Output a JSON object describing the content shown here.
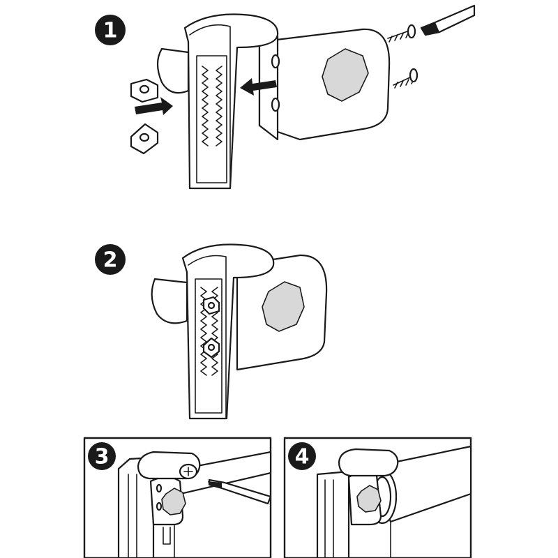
{
  "steps": [
    {
      "number": "1"
    },
    {
      "number": "2"
    },
    {
      "number": "3"
    },
    {
      "number": "4"
    }
  ],
  "colors": {
    "line": "#1a1a1a",
    "fill": "#ffffff",
    "shade": "#d8d8d8"
  },
  "icons": [
    "hex-nut-icon",
    "square-nut-icon",
    "screw-icon",
    "screwdriver-icon",
    "arrow-icon",
    "octagon-socket-icon"
  ]
}
